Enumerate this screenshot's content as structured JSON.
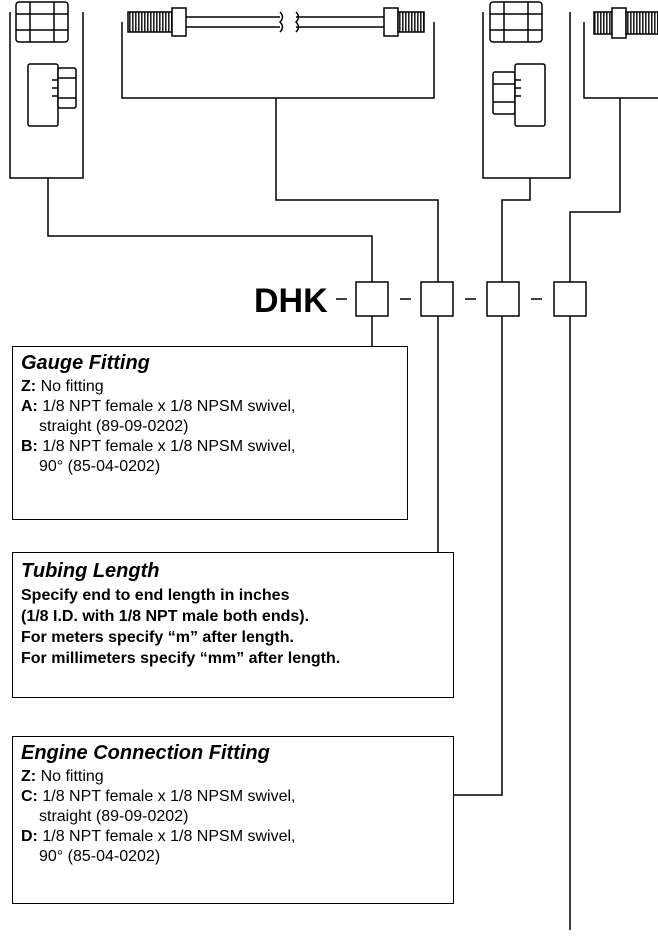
{
  "model_prefix": "DHK",
  "separator": "-",
  "gauge_fitting": {
    "title": "Gauge Fitting",
    "options": [
      {
        "code": "Z:",
        "text": "No fitting",
        "cont": ""
      },
      {
        "code": "A:",
        "text": "1/8 NPT female x 1/8 NPSM swivel,",
        "cont": "straight (89-09-0202)"
      },
      {
        "code": "B:",
        "text": "1/8 NPT female x 1/8 NPSM swivel,",
        "cont": "90° (85-04-0202)"
      }
    ]
  },
  "tubing_length": {
    "title": "Tubing Length",
    "lines": [
      "Specify end to end length in inches",
      "(1/8 I.D. with 1/8 NPT male both ends).",
      "For meters specify “m” after length.",
      "For millimeters specify “mm” after length."
    ]
  },
  "engine_connection_fitting": {
    "title": "Engine Connection Fitting",
    "options": [
      {
        "code": "Z:",
        "text": "No fitting",
        "cont": ""
      },
      {
        "code": "C:",
        "text": "1/8 NPT female x 1/8 NPSM swivel,",
        "cont": "straight (89-09-0202)"
      },
      {
        "code": "D:",
        "text": "1/8 NPT female x 1/8 NPSM swivel,",
        "cont": "90° (85-04-0202)"
      }
    ]
  }
}
